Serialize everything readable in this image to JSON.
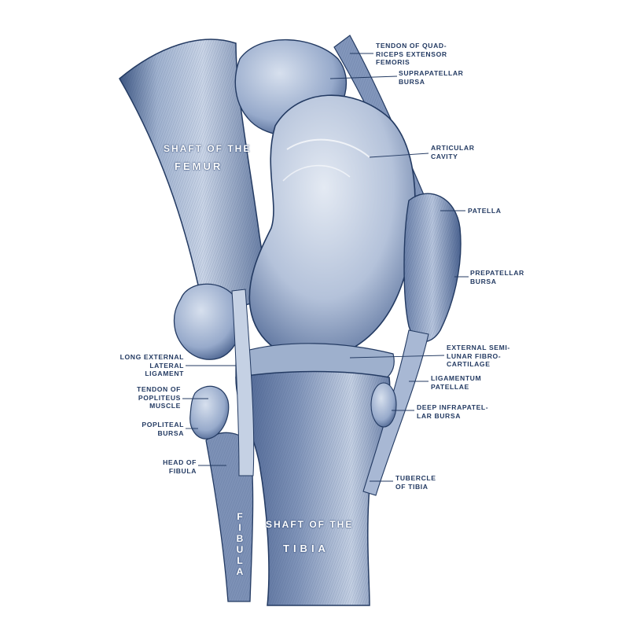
{
  "figure": {
    "colors": {
      "ink": "#233a62",
      "bone_light": "#c9d4e6",
      "bone_mid": "#8fa3c4",
      "bone_dark": "#3f5884",
      "background": "#ffffff"
    },
    "bone_labels": {
      "femur_line1": "SHAFT OF THE",
      "femur_line2": "FEMUR",
      "tibia_line1": "SHAFT OF THE",
      "tibia_line2": "TIBIA",
      "fibula": "FIBULA"
    },
    "labels_right": [
      {
        "text": "TENDON OF QUAD-\nRICEPS EXTENSOR\nFEMORIS"
      },
      {
        "text": "SUPRAPATELLAR\nBURSA"
      },
      {
        "text": "ARTICULAR\nCAVITY"
      },
      {
        "text": "PATELLA"
      },
      {
        "text": "PREPATELLAR\nBURSA"
      },
      {
        "text": "EXTERNAL SEMI-\nLUNAR FIBRO-\nCARTILAGE"
      },
      {
        "text": "LIGAMENTUM\nPATELLAE"
      },
      {
        "text": "DEEP INFRAPATEL-\nLAR BURSA"
      },
      {
        "text": "TUBERCLE\nOF TIBIA"
      }
    ],
    "labels_left": [
      {
        "text": "LONG EXTERNAL\nLATERAL\nLIGAMENT"
      },
      {
        "text": "TENDON OF\nPOPLITEUS\nMUSCLE"
      },
      {
        "text": "POPLITEAL\nBURSA"
      },
      {
        "text": "HEAD OF\nFIBULA"
      }
    ]
  }
}
